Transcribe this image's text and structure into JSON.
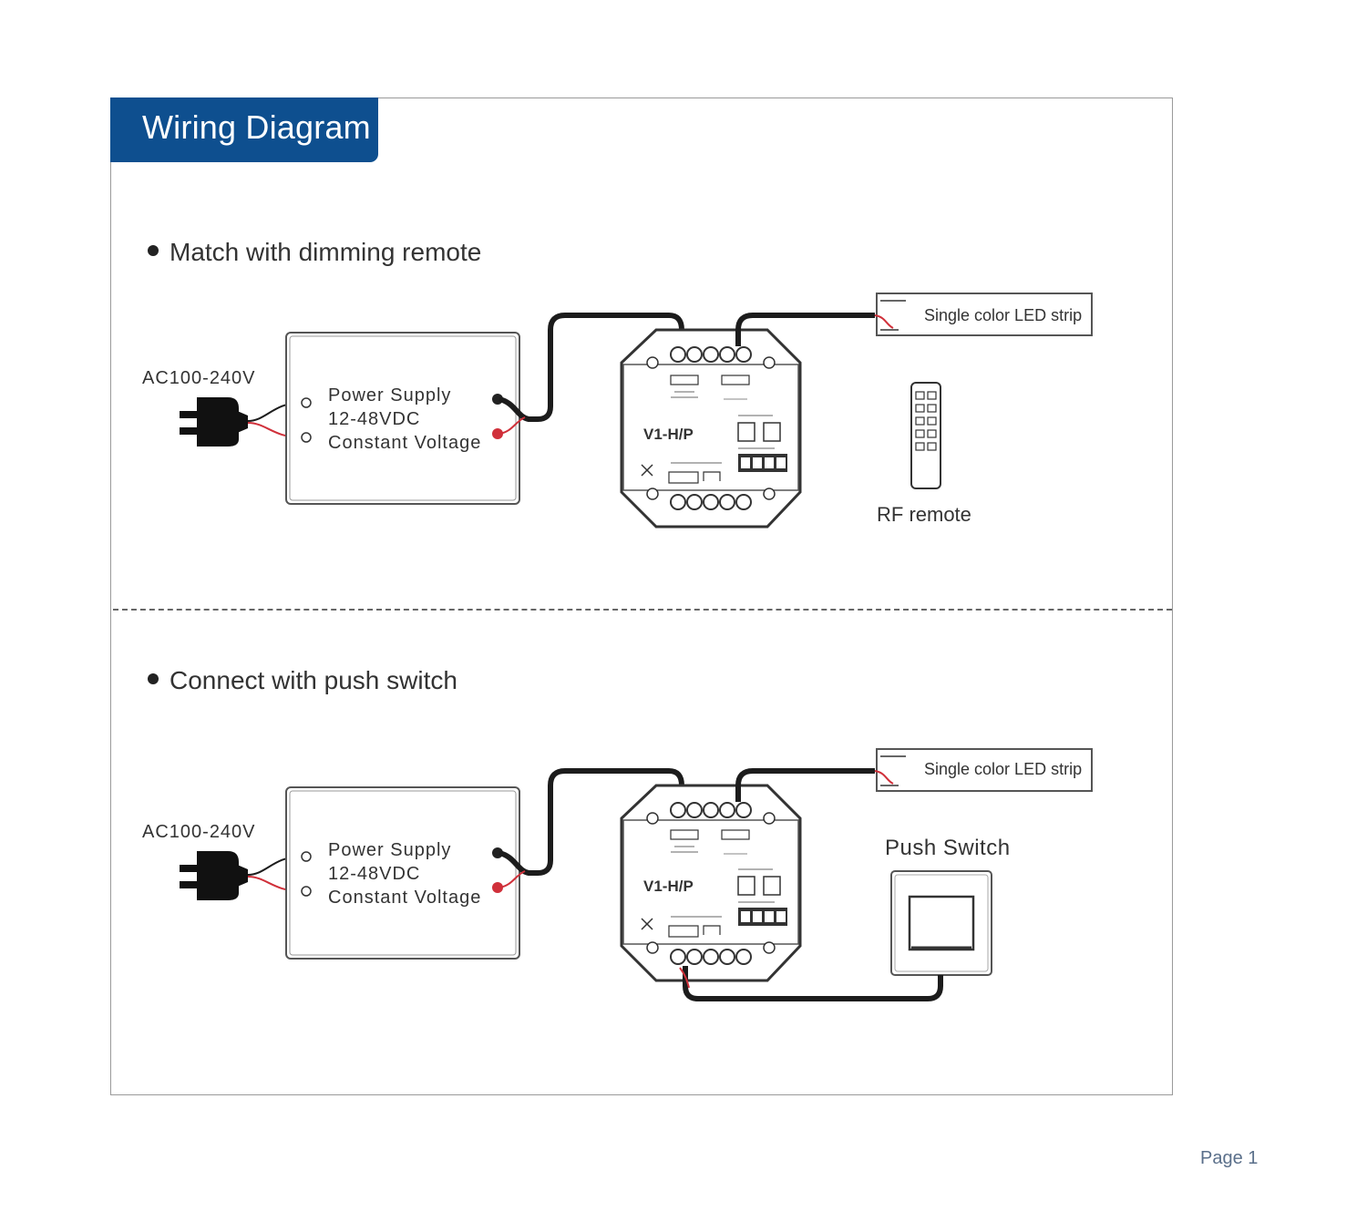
{
  "title": "Wiring Diagram",
  "sections": [
    {
      "heading": "Match with dimming remote",
      "ac_label": "AC100-240V",
      "psu_lines": [
        "Power Supply",
        "12-48VDC",
        "Constant Voltage"
      ],
      "controller_model": "V1-H/P",
      "led_strip_label": "Single color LED strip",
      "accessory_label": "RF remote"
    },
    {
      "heading": "Connect with push switch",
      "ac_label": "AC100-240V",
      "psu_lines": [
        "Power Supply",
        "12-48VDC",
        "Constant Voltage"
      ],
      "controller_model": "V1-H/P",
      "led_strip_label": "Single color LED strip",
      "accessory_label": "Push Switch"
    }
  ],
  "page_label": "Page 1",
  "colors": {
    "title_bar": "#0e4f8f",
    "wire": "#1c1c1c",
    "wire_red": "#d0303a",
    "outline": "#555555"
  }
}
